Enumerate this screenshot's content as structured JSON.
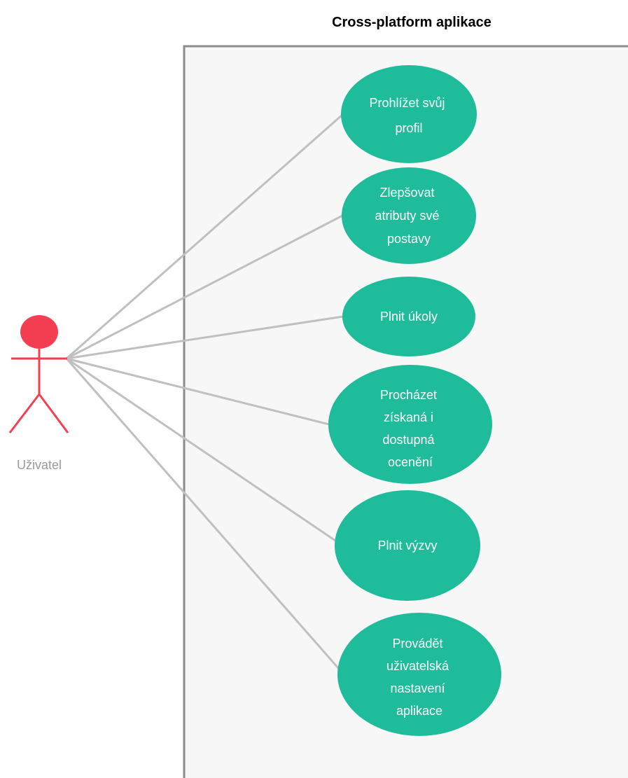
{
  "system": {
    "title": "Cross-platform aplikace"
  },
  "actor": {
    "label": "Uživatel",
    "icon": "stick-figure-actor-icon"
  },
  "use_cases": [
    {
      "id": "uc-view-profile",
      "lines": [
        "Prohlížet svůj",
        "profil"
      ]
    },
    {
      "id": "uc-improve-attributes",
      "lines": [
        "Zlepšovat",
        "atributy své",
        "postavy"
      ]
    },
    {
      "id": "uc-complete-tasks",
      "lines": [
        "Plnit úkoly"
      ]
    },
    {
      "id": "uc-browse-awards",
      "lines": [
        "Procházet",
        "získaná i",
        "dostupná",
        "ocenění"
      ]
    },
    {
      "id": "uc-complete-challenges",
      "lines": [
        "Plnit výzvy"
      ]
    },
    {
      "id": "uc-user-settings",
      "lines": [
        "Provádět",
        "uživatelská",
        "nastavení",
        "aplikace"
      ]
    }
  ],
  "colors": {
    "actor": "#f43f53",
    "actor_label": "#9a9a9a",
    "use_case_fill": "#1fbc9c",
    "use_case_text": "#ffffff",
    "association_line": "#c0c0c0",
    "system_border": "#8c8c8c",
    "system_fill": "#f6f7f6",
    "title": "#000000"
  }
}
